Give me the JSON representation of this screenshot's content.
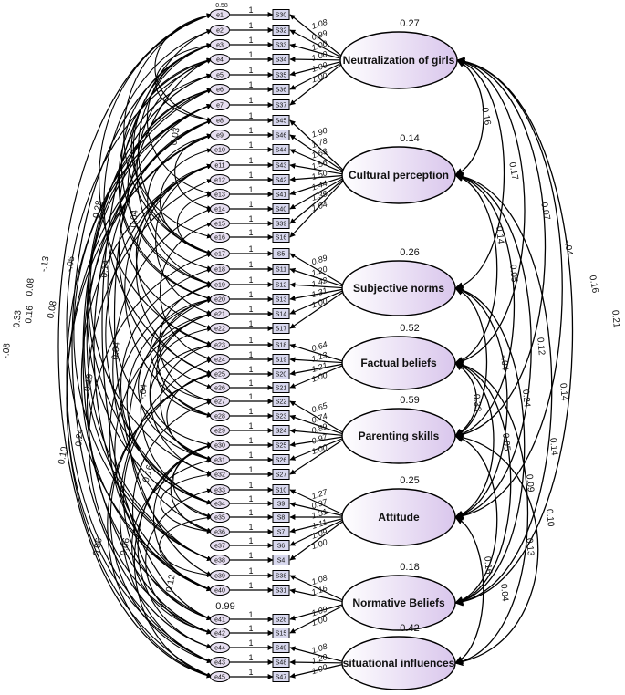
{
  "latents": [
    {
      "label": "Neutralization of girls",
      "variance": "0.27"
    },
    {
      "label": "Cultural perception",
      "variance": "0.14"
    },
    {
      "label": "Subjective norms",
      "variance": "0.26"
    },
    {
      "label": "Factual beliefs",
      "variance": "0.52"
    },
    {
      "label": "Parenting skills",
      "variance": "0.59"
    },
    {
      "label": "Attitude",
      "variance": "0.25"
    },
    {
      "label": "Normative Beliefs",
      "variance": "0.18"
    },
    {
      "label": "situational influences",
      "variance": "0.42"
    }
  ],
  "indicators": [
    "S30",
    "S32",
    "S33",
    "S34",
    "S35",
    "S36",
    "S37",
    "S45",
    "S46",
    "S44",
    "S43",
    "S42",
    "S41",
    "S40",
    "S39",
    "S16",
    "S5",
    "S11",
    "S12",
    "S13",
    "S14",
    "S17",
    "S18",
    "S19",
    "S20",
    "S21",
    "S22",
    "S23",
    "S24",
    "S25",
    "S26",
    "S27",
    "S10",
    "S9",
    "S8",
    "S7",
    "S6",
    "S4",
    "S38",
    "S31",
    "S28",
    "S15",
    "S49",
    "S48",
    "S47"
  ],
  "errors": [
    "e1",
    "e2",
    "e3",
    "e4",
    "e5",
    "e6",
    "e7",
    "e8",
    "e9",
    "e10",
    "e11",
    "e12",
    "e13",
    "e14",
    "e15",
    "e16",
    "e17",
    "e18",
    "e19",
    "e20",
    "e21",
    "e22",
    "e23",
    "e24",
    "e25",
    "e26",
    "e27",
    "e28",
    "e29",
    "e30",
    "e31",
    "e32",
    "e33",
    "e34",
    "e35",
    "e36",
    "e37",
    "e38",
    "e39",
    "e40",
    "e41",
    "e42",
    "e44",
    "e43",
    "e45"
  ],
  "path_weight": "1",
  "loadings": [
    [
      "1.08",
      "0.99",
      "1.00",
      "1.00",
      "1.00",
      "1.00"
    ],
    [
      "1.90",
      "1.78",
      "1.63",
      "1.56",
      "1.50",
      "1.44",
      "1.35",
      "1.04"
    ],
    [
      "0.89",
      "1.20",
      "1.42",
      "1.31",
      "1.00"
    ],
    [
      "0.64",
      "1.13",
      "1.21",
      "1.00"
    ],
    [
      "0.65",
      "0.74",
      "0.89",
      "0.97",
      "1.00"
    ],
    [
      "1.27",
      "0.97",
      "1.31",
      "1.11",
      "1.09",
      "1.00"
    ],
    [
      "1.08",
      "1.16"
    ],
    [
      "1.09",
      "1.00"
    ],
    [
      "1.08",
      "1.20",
      "1.00"
    ]
  ],
  "error_variance_labels": [
    "0.58",
    "0.99"
  ],
  "latent_cov_labels": [
    "0.16",
    "0.17",
    "0.07",
    "-.04",
    "0.16",
    "0.21",
    "0.14",
    "0.05",
    "0.12",
    "0.14",
    "-.04",
    "0.24",
    "0.14",
    "0.33",
    "0.05",
    "0.09",
    "0.10",
    "0.13",
    "0.16",
    "0.04"
  ],
  "error_cov_labels": [
    "-.08",
    "0.33",
    "0.16",
    "0.08",
    "-.13",
    "0.24",
    "0.10",
    "0.06",
    "0.12",
    "0.04",
    "-.04",
    "0.16",
    "0.19",
    "0.08",
    "0.06",
    "0.14",
    "0.03",
    "0.04",
    "0.28",
    "-.05"
  ]
}
